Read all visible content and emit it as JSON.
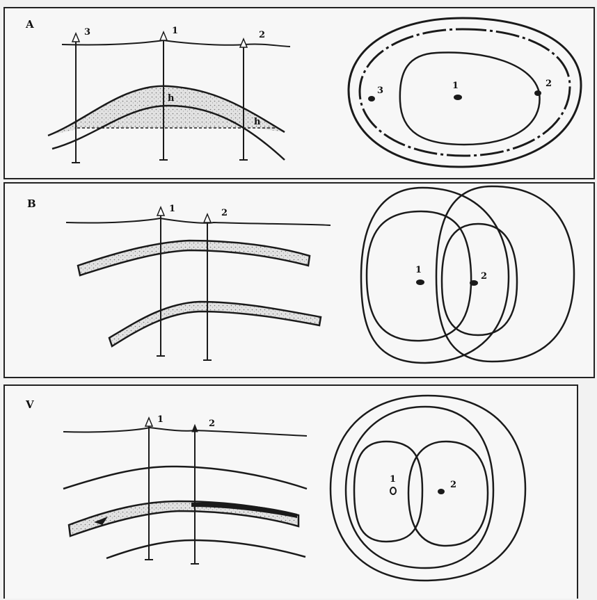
{
  "panels": [
    {
      "id": "A",
      "label": "A",
      "wells": [
        "3",
        "1",
        "2"
      ],
      "h_label": "h"
    },
    {
      "id": "B",
      "label": "B",
      "wells": [
        "1",
        "2"
      ]
    },
    {
      "id": "V",
      "label": "V",
      "wells": [
        "1",
        "2"
      ]
    }
  ],
  "colors": {
    "line": "#1a1a1a",
    "fill": "#d9d9d9",
    "background": "#f7f7f7"
  }
}
